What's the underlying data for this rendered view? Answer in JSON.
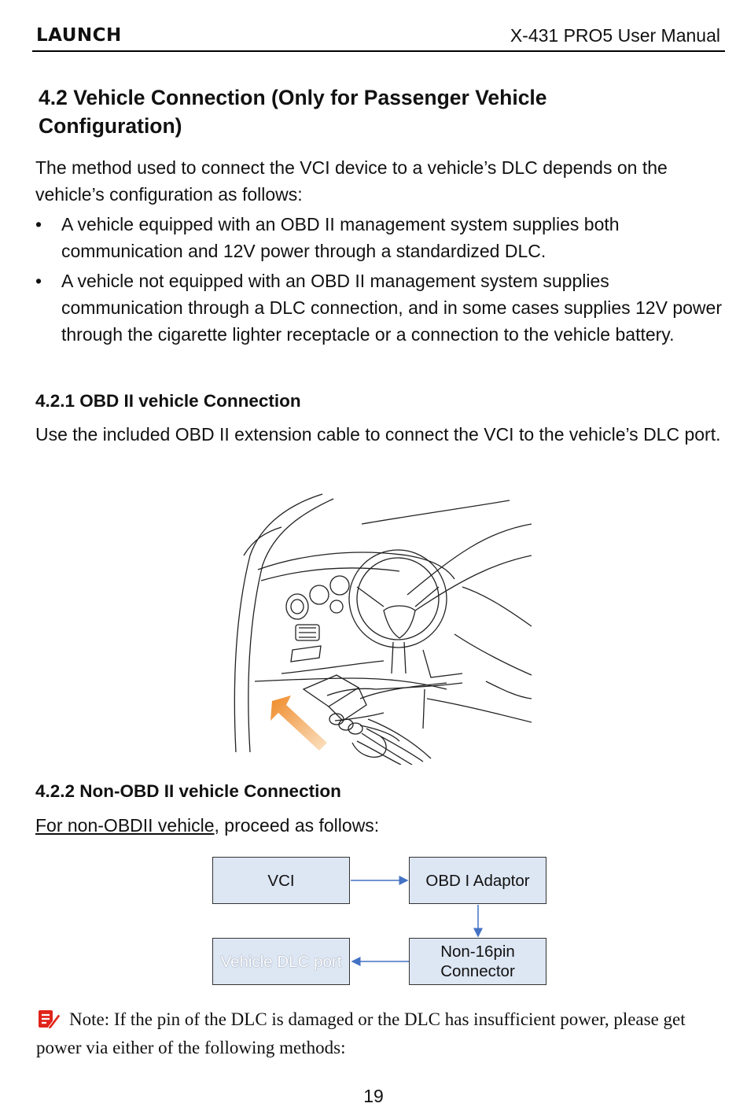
{
  "header": {
    "brand": "LAUNCH",
    "manual_title": "X-431 PRO5 User Manual"
  },
  "section": {
    "title": "4.2 Vehicle Connection (Only for Passenger Vehicle Configuration)",
    "intro": "The method used to connect the VCI device to a vehicle’s DLC depends on the vehicle’s configuration as follows:",
    "bullets": [
      "A vehicle equipped with an OBD II management system supplies both communication and 12V power through a standardized DLC.",
      "A vehicle not equipped with an OBD II management system supplies communication through a DLC connection, and in some cases supplies 12V power through the cigarette lighter receptacle or a connection to the vehicle battery."
    ],
    "bullet_char": "•"
  },
  "obd": {
    "heading": "4.2.1 OBD II vehicle Connection",
    "text": "Use the included OBD II extension cable to connect the VCI to the vehicle’s DLC port.",
    "illustration_icon": "car-dashboard-obd-illustration"
  },
  "non_obd": {
    "heading": "4.2.2 Non-OBD II vehicle Connection",
    "link_text": "For non-OBDII vehicle",
    "text_after": ", proceed as follows:",
    "flow": {
      "box_vci": "VCI",
      "box_adaptor": "OBD I Adaptor",
      "box_connector_line1": "Non-16pin",
      "box_connector_line2": "Connector",
      "box_port": "Vehicle DLC port",
      "box_fill": "#dde6f3",
      "arrow_color": "#4472c4"
    }
  },
  "note": {
    "icon": "note-pencil-icon",
    "text": "Note: If the pin of the DLC is damaged or the DLC has insufficient power, please get power via either of the following methods:",
    "icon_color": "#e0241b"
  },
  "page_number": "19"
}
